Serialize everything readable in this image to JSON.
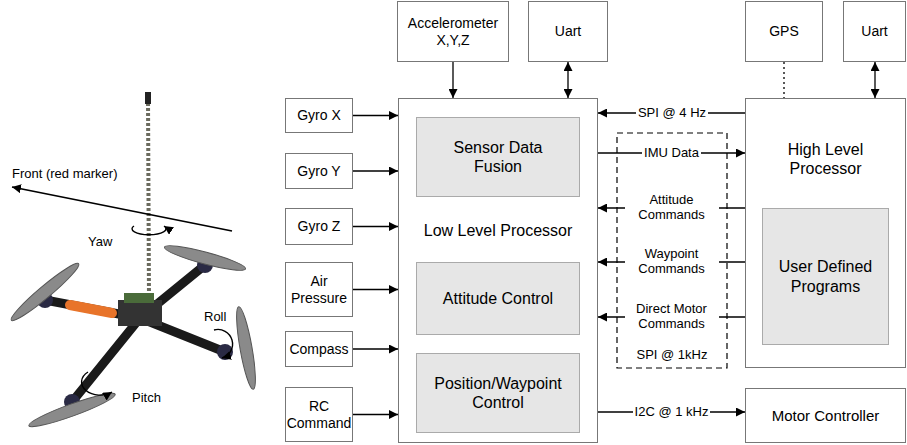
{
  "diagram": {
    "nodes": [
      {
        "text": [
          "Accelerometer X,Y,Z"
        ]
      },
      {
        "text": [
          "Uart"
        ]
      },
      {
        "text": [
          "GPS"
        ]
      },
      {
        "text": [
          "Uart"
        ]
      },
      {
        "text": [
          "Gyro X"
        ]
      },
      {
        "text": [
          "Gyro Y"
        ]
      },
      {
        "text": [
          "Gyro Z"
        ]
      },
      {
        "text": [
          "Air Pressure"
        ]
      },
      {
        "text": [
          "Compass"
        ]
      },
      {
        "text": [
          "RC Command"
        ]
      },
      {
        "text": [
          "Low Level Processor"
        ]
      },
      {
        "text": [
          "Sensor Data Fusion"
        ],
        "in": 10
      },
      {
        "text": [
          "Attitude Control"
        ],
        "in": 10
      },
      {
        "text": [
          "Position/Waypoint Control"
        ],
        "in": 10
      },
      {
        "text": [
          "High Level Processor"
        ]
      },
      {
        "text": [
          "User Defined Programs"
        ],
        "in": 14
      },
      {
        "text": [
          "Motor Controller"
        ]
      }
    ],
    "edges": [
      {
        "from": 0,
        "to": 10,
        "arrow": "to"
      },
      {
        "from": 1,
        "to": 10,
        "arrow": "both"
      },
      {
        "from": 2,
        "to": 10,
        "label": "SPI @ 4 Hz",
        "arrow": "to"
      },
      {
        "from": 3,
        "to": 14,
        "arrow": "both"
      },
      {
        "from": 4,
        "to": 10,
        "arrow": "to"
      },
      {
        "from": 5,
        "to": 10,
        "arrow": "to"
      },
      {
        "from": 6,
        "to": 10,
        "arrow": "to"
      },
      {
        "from": 7,
        "to": 10,
        "arrow": "to"
      },
      {
        "from": 8,
        "to": 10,
        "arrow": "to"
      },
      {
        "from": 9,
        "to": 10,
        "arrow": "to"
      },
      {
        "from": 10,
        "to": 14,
        "label": "IMU Data",
        "arrow": "to"
      },
      {
        "from": 14,
        "to": 10,
        "label": "Attitude Commands",
        "arrow": "to"
      },
      {
        "from": 14,
        "to": 10,
        "label": "Waypoint Commands",
        "arrow": "to"
      },
      {
        "from": 14,
        "to": 10,
        "label": "Direct Motor Commands",
        "arrow": "to"
      },
      {
        "from": 10,
        "to": 16,
        "label": "I2C @ 1 kHz",
        "arrow": "to"
      }
    ],
    "labels": [
      "Front (red marker)",
      "Yaw",
      "Roll",
      "Pitch",
      "SPI @ 1kHz"
    ]
  }
}
